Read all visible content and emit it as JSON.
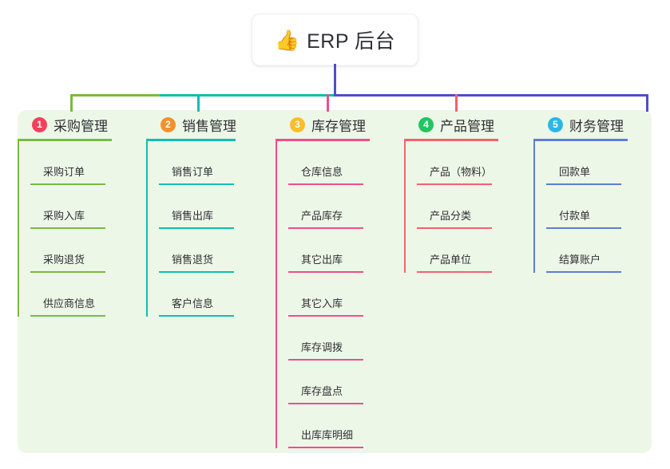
{
  "root": {
    "icon": "thumbs-up-icon",
    "emoji": "👍",
    "title": "ERP 后台"
  },
  "colors": {
    "panel_background": "#edf7e8",
    "page_background": "#ffffff",
    "text": "#2f3034",
    "bus_green": "#78bb3f",
    "bus_teal": "#0fbfae",
    "bus_blue": "#4f4fc4"
  },
  "branches": [
    {
      "number": "1",
      "label": "采购管理",
      "badge_color": "#f0425a",
      "line_color": "#78bb3f",
      "items": [
        {
          "label": "采购订单"
        },
        {
          "label": "采购入库"
        },
        {
          "label": "采购退货"
        },
        {
          "label": "供应商信息"
        }
      ]
    },
    {
      "number": "2",
      "label": "销售管理",
      "badge_color": "#f5912b",
      "line_color": "#0fbfae",
      "items": [
        {
          "label": "销售订单"
        },
        {
          "label": "销售出库"
        },
        {
          "label": "销售退货"
        },
        {
          "label": "客户信息"
        }
      ]
    },
    {
      "number": "3",
      "label": "库存管理",
      "badge_color": "#fabe2c",
      "line_color": "#ef4e8d",
      "items": [
        {
          "label": "仓库信息"
        },
        {
          "label": "产品库存"
        },
        {
          "label": "其它出库"
        },
        {
          "label": "其它入库"
        },
        {
          "label": "库存调拨"
        },
        {
          "label": "库存盘点"
        },
        {
          "label": "出库库明细"
        }
      ]
    },
    {
      "number": "4",
      "label": "产品管理",
      "badge_color": "#22c55e",
      "line_color": "#f4616b",
      "items": [
        {
          "label": "产品（物料）"
        },
        {
          "label": "产品分类"
        },
        {
          "label": "产品单位"
        }
      ]
    },
    {
      "number": "5",
      "label": "财务管理",
      "badge_color": "#2bb6e8",
      "line_color": "#5b7fd4",
      "items": [
        {
          "label": "回款单"
        },
        {
          "label": "付款单"
        },
        {
          "label": "结算账户"
        }
      ]
    }
  ]
}
